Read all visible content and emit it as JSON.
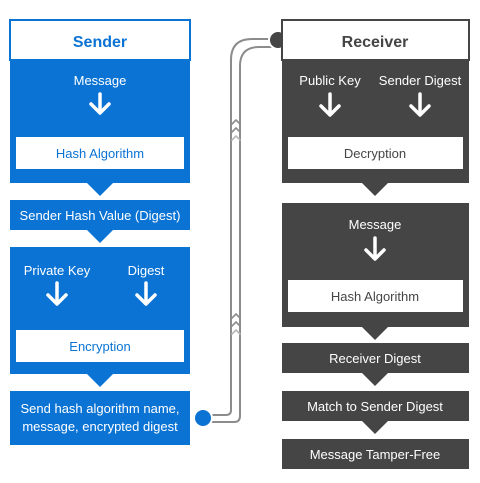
{
  "colors": {
    "sender": "#0a73d4",
    "receiver": "#454545",
    "white": "#ffffff",
    "connector": "#8c8c8c",
    "connector_arrow_light": "#b8b8b8"
  },
  "icons": {
    "down_arrow": "down-arrow-icon",
    "connector_dot": "connector-dot-icon",
    "flow_arrows": "double-up-arrow-icon"
  },
  "sender": {
    "title": "Sender",
    "message": "Message",
    "hash_algorithm": "Hash Algorithm",
    "hash_value": "Sender Hash Value (Digest)",
    "private_key": "Private Key",
    "digest": "Digest",
    "encryption": "Encryption",
    "send_line1": "Send hash algorithm name,",
    "send_line2": "message, encrypted digest"
  },
  "receiver": {
    "title": "Receiver",
    "public_key": "Public Key",
    "sender_digest": "Sender Digest",
    "decryption": "Decryption",
    "message": "Message",
    "hash_algorithm": "Hash Algorithm",
    "receiver_digest": "Receiver Digest",
    "match": "Match to Sender Digest",
    "tamper_free": "Message Tamper-Free"
  }
}
